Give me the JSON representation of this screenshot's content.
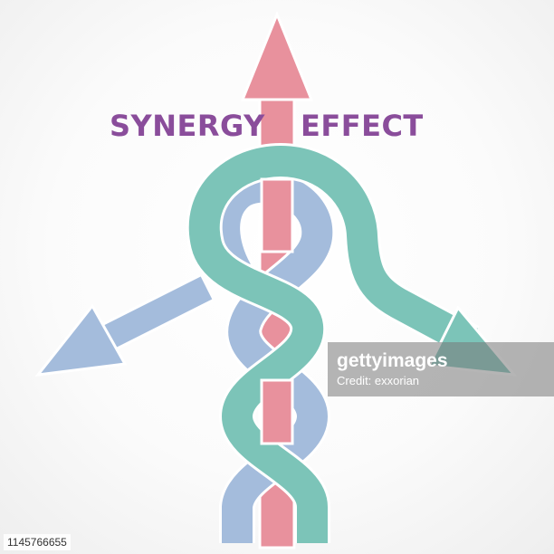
{
  "title": {
    "left": "SYNERGY",
    "right": "EFFECT"
  },
  "watermark": {
    "logo": "gettyimages",
    "credit": "Credit: exxorian"
  },
  "image_id": "1145766655",
  "colors": {
    "title": "#8a4d9b",
    "pink": "#e8919d",
    "green": "#7cc4b8",
    "blue": "#a4bcdc",
    "outline": "#ffffff"
  },
  "icons": {
    "up_arrow": "pink-up-arrow",
    "left_arrow": "blue-left-arrow",
    "right_arrow": "green-right-arrow"
  }
}
